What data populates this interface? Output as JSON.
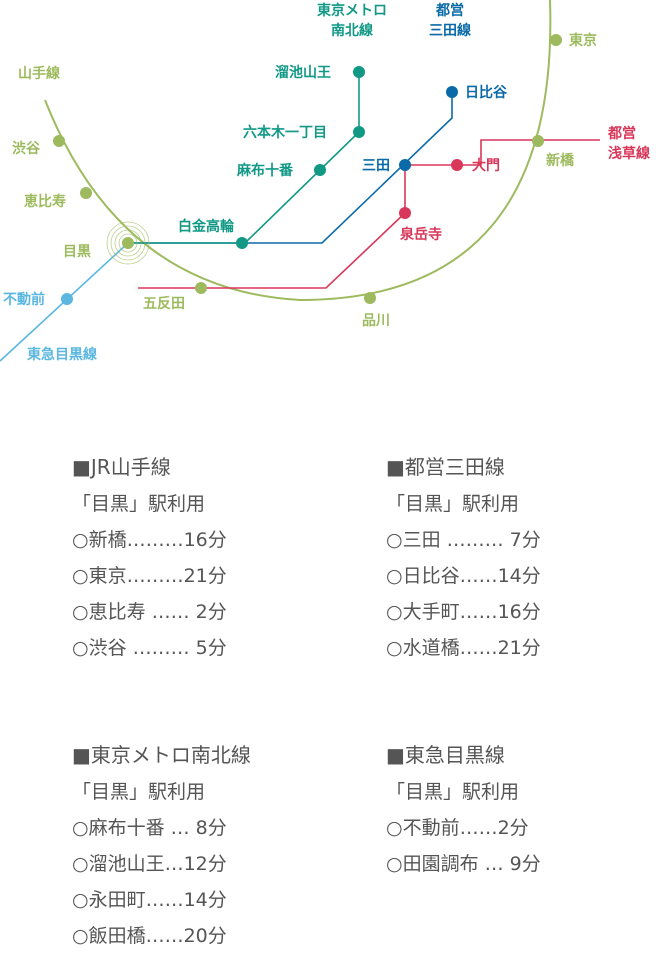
{
  "colors": {
    "yamanote": "#9dbb5e",
    "nanboku": "#119985",
    "mita": "#0a6aa8",
    "asakusa": "#d9375a",
    "toyoko": "#5bb7e0",
    "text": "#555555"
  },
  "map": {
    "lines": {
      "yamanote": "山手線",
      "nanboku": [
        "東京メトロ",
        "南北線"
      ],
      "mita": [
        "都営",
        "三田線"
      ],
      "asakusa": [
        "都営",
        "浅草線"
      ],
      "toyoko": "東急目黒線"
    },
    "stations": {
      "tokyo": "東京",
      "shibuya": "渋谷",
      "ebisu": "恵比寿",
      "meguro": "目黒",
      "gotanda": "五反田",
      "shinagawa": "品川",
      "shinbashi": "新橋",
      "shirokanetakanawa": "白金高輪",
      "azabujuban": "麻布十番",
      "roppongi": "六本木一丁目",
      "tameike": "溜池山王",
      "mita": "三田",
      "hibiya": "日比谷",
      "daimon": "大門",
      "sengakuji": "泉岳寺",
      "fudomae": "不動前"
    }
  },
  "access": [
    {
      "title": "■JR山手線",
      "subtitle": "「目黒」駅利用",
      "rows": [
        "○新橋………16分",
        "○東京………21分",
        "○恵比寿 …… 2分",
        "○渋谷 ……… 5分"
      ]
    },
    {
      "title": "■都営三田線",
      "subtitle": "「目黒」駅利用",
      "rows": [
        "○三田 ……… 7分",
        "○日比谷……14分",
        "○大手町……16分",
        "○水道橋……21分"
      ]
    },
    {
      "title": "■東京メトロ南北線",
      "subtitle": "「目黒」駅利用",
      "rows": [
        "○麻布十番 … 8分",
        "○溜池山王…12分",
        "○永田町……14分",
        "○飯田橋……20分"
      ]
    },
    {
      "title": "■東急目黒線",
      "subtitle": "「目黒」駅利用",
      "rows": [
        "○不動前……2分",
        "○田園調布 … 9分"
      ]
    }
  ]
}
